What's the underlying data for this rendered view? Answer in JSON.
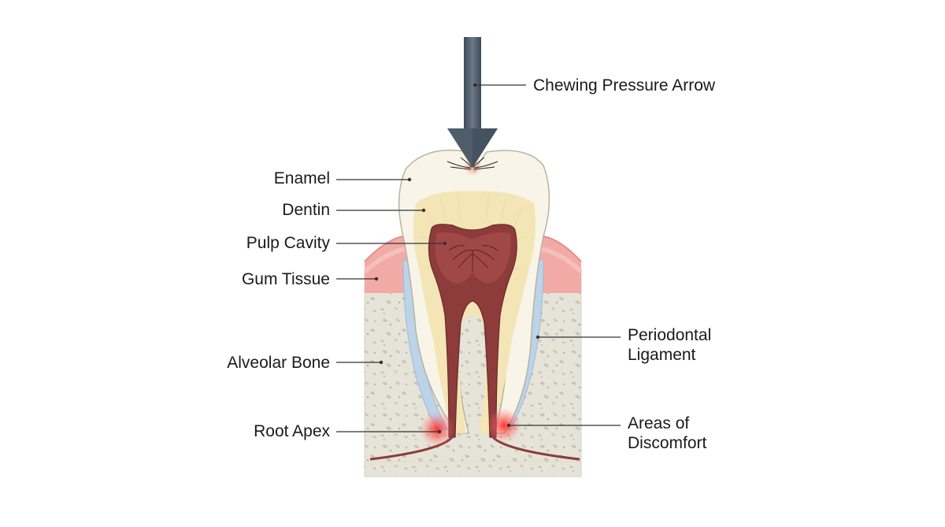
{
  "labels": {
    "chewing_pressure": "Chewing Pressure Arrow",
    "enamel": "Enamel",
    "dentin": "Dentin",
    "pulp_cavity": "Pulp Cavity",
    "gum_tissue": "Gum Tissue",
    "alveolar_bone": "Alveolar Bone",
    "root_apex": "Root Apex",
    "periodontal_line1": "Periodontal",
    "periodontal_line2": "Ligament",
    "discomfort_line1": "Areas of",
    "discomfort_line2": "Discomfort"
  },
  "colors": {
    "enamel": "#f7f3e6",
    "dentin": "#f3e6b8",
    "pulp": "#8b3a3a",
    "gum": "#f2a9a6",
    "bone": "#e4e1d6",
    "ligament": "#bcd3e8",
    "arrow": "#4f5d6b",
    "pain": "#e53935"
  }
}
